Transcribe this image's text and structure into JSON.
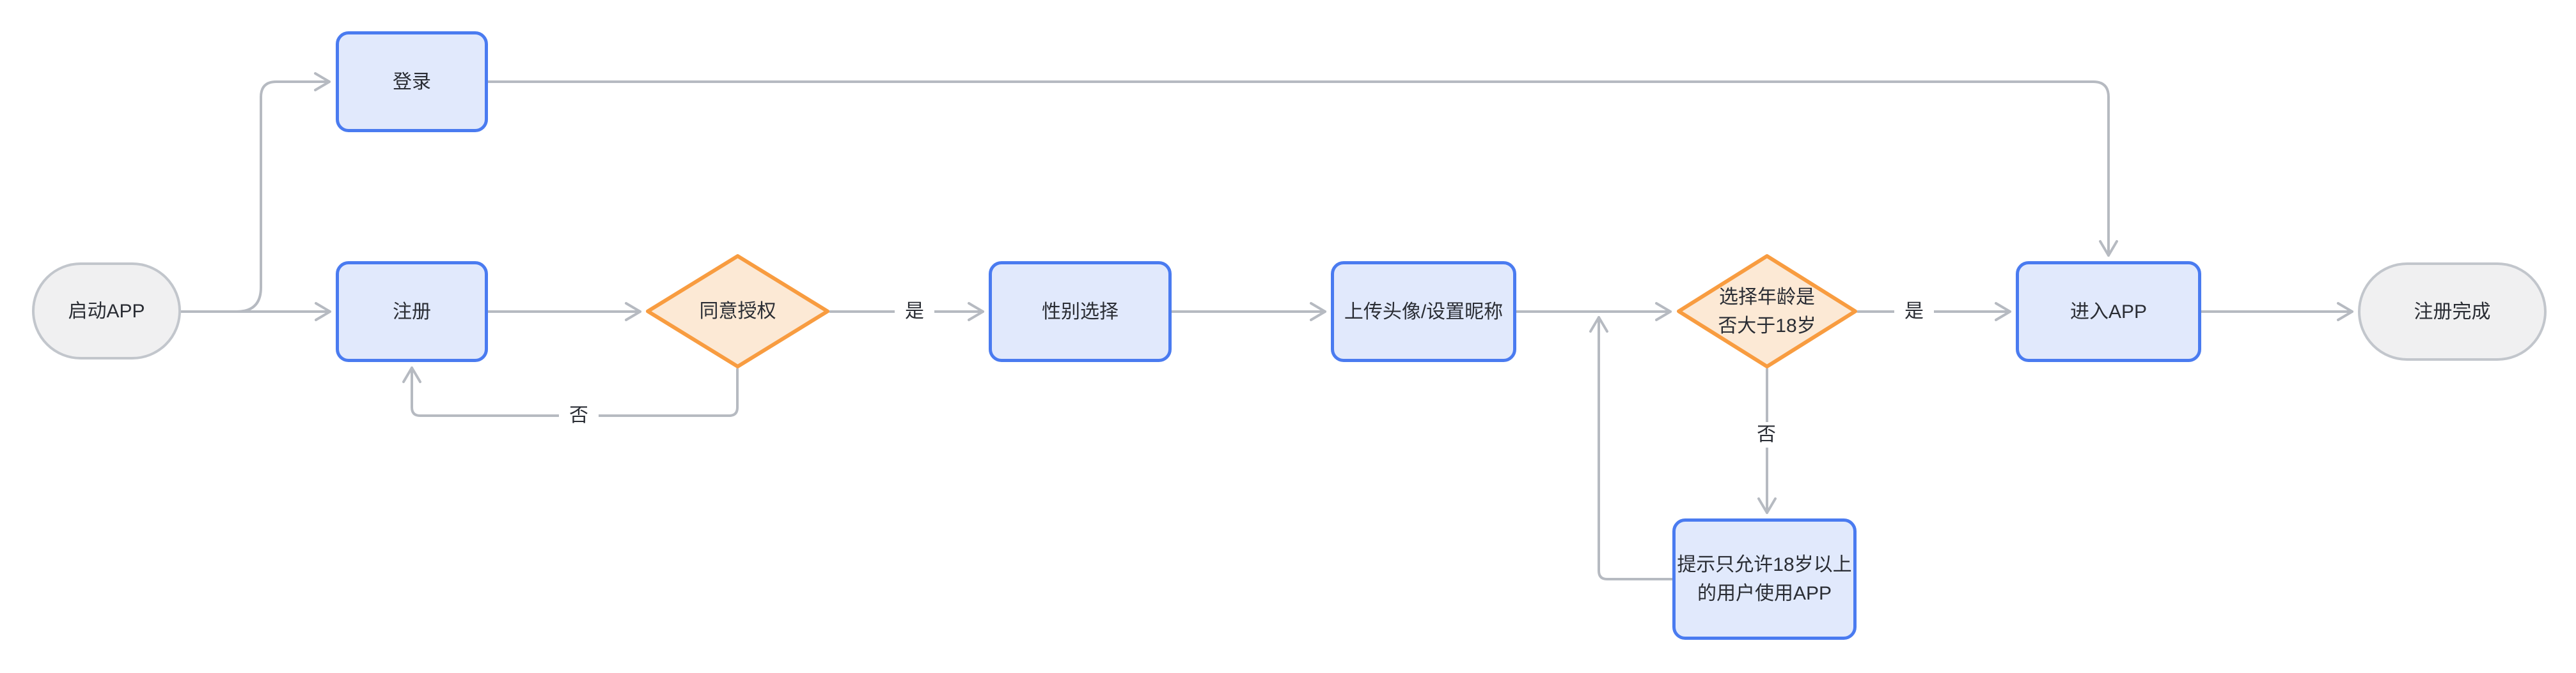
{
  "diagram": {
    "background_color": "#ffffff",
    "colors": {
      "process_fill": "#e1e9fc",
      "process_border": "#4a7bf0",
      "decision_fill": "#fce9d5",
      "decision_border": "#f89c40",
      "terminal_fill": "#f0f0f1",
      "terminal_border": "#c2c6cc",
      "connector": "#b6bac1",
      "text": "#2a2d34"
    },
    "nodes": [
      {
        "id": "start",
        "type": "terminal",
        "label": "启动APP"
      },
      {
        "id": "login",
        "type": "process",
        "label": "登录"
      },
      {
        "id": "register",
        "type": "process",
        "label": "注册"
      },
      {
        "id": "authorize",
        "type": "decision",
        "label": "同意授权"
      },
      {
        "id": "gender",
        "type": "process",
        "label": "性别选择"
      },
      {
        "id": "avatar",
        "type": "process",
        "label": "上传头像/设置昵称"
      },
      {
        "id": "age-check",
        "type": "decision",
        "label": "选择年龄是否大于18岁"
      },
      {
        "id": "enter",
        "type": "process",
        "label": "进入APP"
      },
      {
        "id": "done",
        "type": "terminal",
        "label": "注册完成"
      },
      {
        "id": "age-tip",
        "type": "process",
        "label": "提示只允许18岁以上的用户使用APP"
      }
    ],
    "edge_labels": [
      {
        "id": "authorize-yes",
        "text": "是"
      },
      {
        "id": "authorize-no",
        "text": "否"
      },
      {
        "id": "age-yes",
        "text": "是"
      },
      {
        "id": "age-no",
        "text": "否"
      }
    ]
  }
}
